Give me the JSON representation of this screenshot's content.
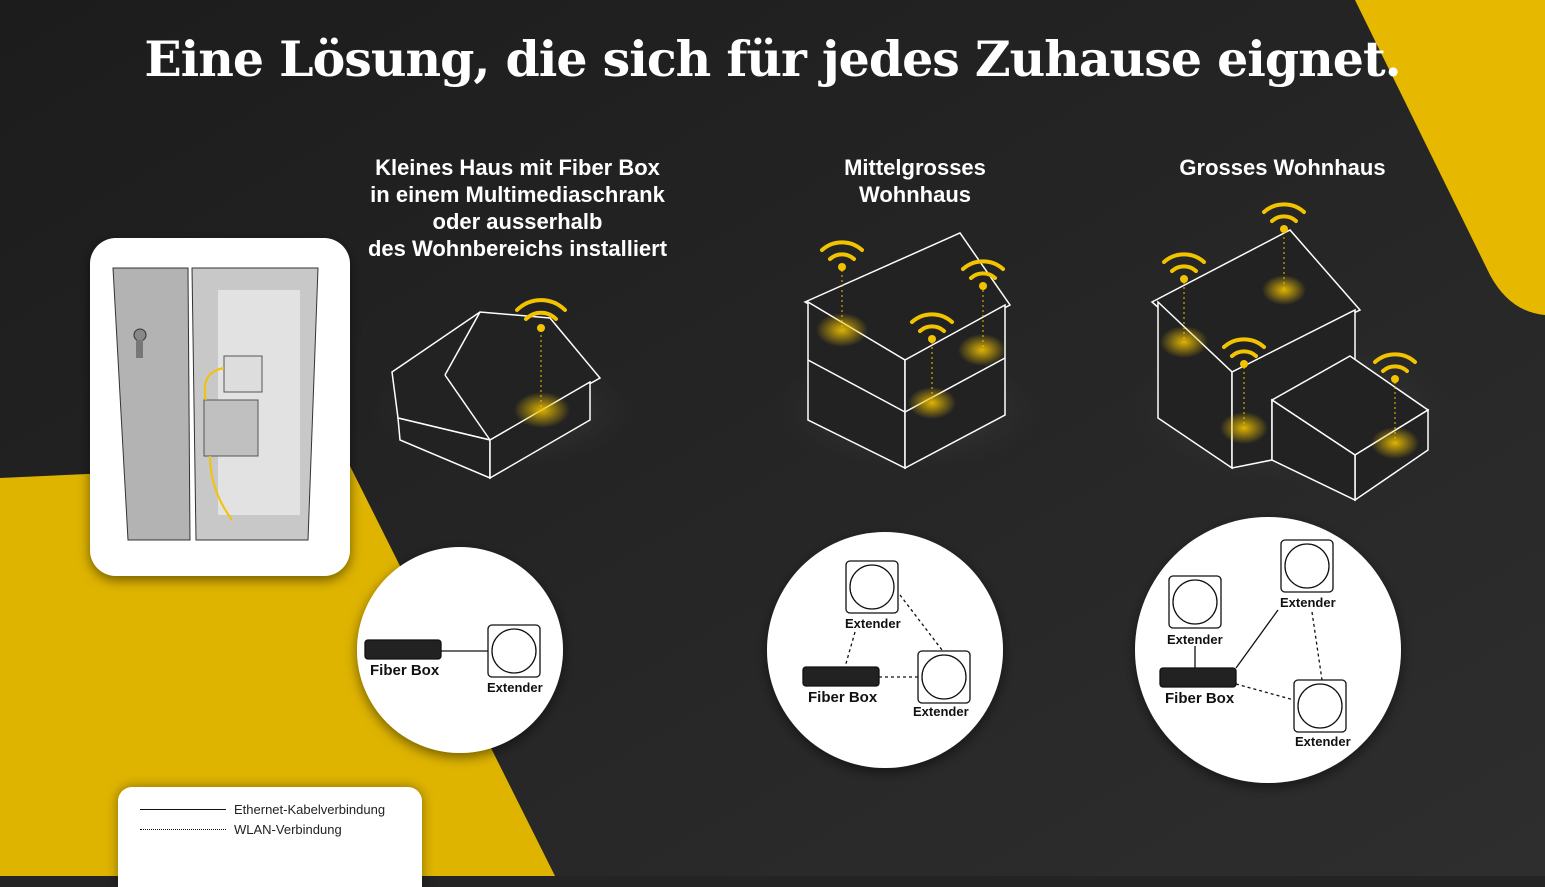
{
  "title": "Eine Lösung, die sich für jedes Zuhause eignet.",
  "colors": {
    "background": "#242424",
    "accent_yellow": "#f2c300",
    "white": "#ffffff"
  },
  "scenarios": [
    {
      "caption": [
        "Kleines Haus mit Fiber Box",
        "in einem Multimediaschrank",
        "oder ausserhalb",
        "des Wohnbereichs installiert"
      ],
      "labels": {
        "fiber_box": "Fiber Box",
        "extender": "Extender"
      }
    },
    {
      "caption": [
        "Mittelgrosses",
        "Wohnhaus"
      ],
      "labels": {
        "fiber_box": "Fiber Box",
        "extender_1": "Extender",
        "extender_2": "Extender"
      }
    },
    {
      "caption": [
        "Grosses Wohnhaus"
      ],
      "labels": {
        "fiber_box": "Fiber Box",
        "extender_1": "Extender",
        "extender_2": "Extender",
        "extender_3": "Extender"
      }
    }
  ],
  "legend": {
    "ethernet": "Ethernet-Kabelverbindung",
    "wlan": "WLAN-Verbindung"
  },
  "icons": [
    "wifi-icon",
    "cabinet-illustration",
    "house-illustration"
  ]
}
